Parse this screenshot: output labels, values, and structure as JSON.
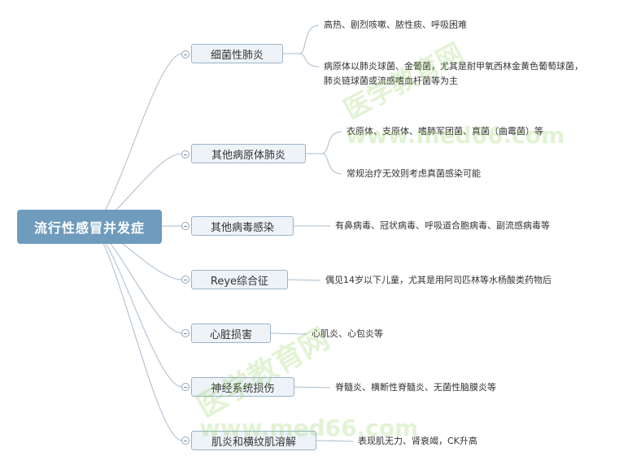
{
  "root": {
    "title": "流行性感冒并发症"
  },
  "branches": [
    {
      "label": "细菌性肺炎",
      "leaves": [
        "高热、剧烈咳嗽、脓性痰、呼吸困难",
        "病原体以肺炎球菌、金葡菌，尤其是耐甲氧西林金黄色葡萄球菌，",
        "肺炎链球菌或流感嗜血杆菌等为主"
      ]
    },
    {
      "label": "其他病原体肺炎",
      "leaves": [
        "衣原体、支原体、嗜肺军团菌、真菌（曲霉菌）等",
        "常规治疗无效则考虑真菌感染可能"
      ]
    },
    {
      "label": "其他病毒感染",
      "leaves": [
        "有鼻病毒、冠状病毒、呼吸道合胞病毒、副流感病毒等"
      ]
    },
    {
      "label": "Reye综合征",
      "leaves": [
        "偶见14岁以下儿童，尤其是用阿司匹林等水杨酸类药物后"
      ]
    },
    {
      "label": "心脏损害",
      "leaves": [
        "心肌炎、心包炎等"
      ]
    },
    {
      "label": "神经系统损伤",
      "leaves": [
        "脊髓炎、横断性脊髓炎、无菌性脑膜炎等"
      ]
    },
    {
      "label": "肌炎和横纹肌溶解",
      "leaves": [
        "表现肌无力、肾衰竭，CK升高"
      ]
    }
  ],
  "watermarks": [
    "医学教育网",
    "www.med66.com",
    "医学教育网",
    "www.med66.com"
  ],
  "colors": {
    "root_bg": "#6f9bbd",
    "branch_bg": "#eef3f8",
    "branch_border": "#9bb3c9",
    "line": "#a9bccd",
    "watermark": "#78c83c"
  }
}
